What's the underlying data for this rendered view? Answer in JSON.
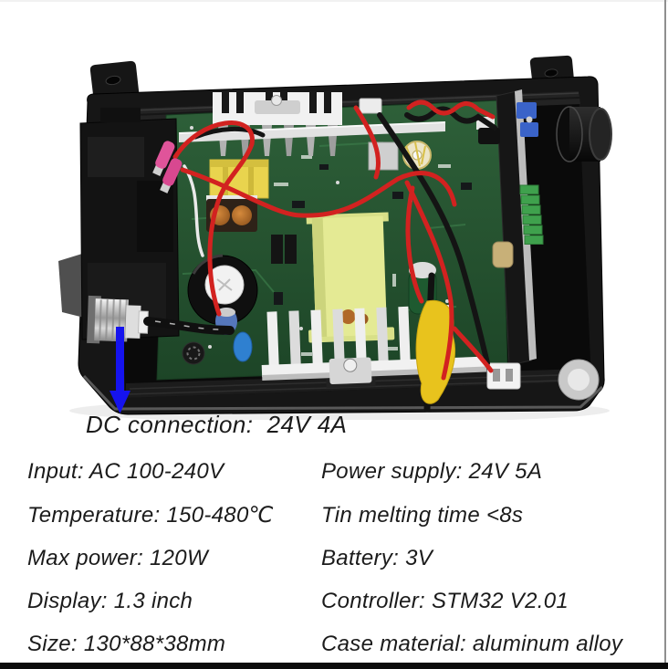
{
  "annotation": {
    "dc_label": "DC connection:  24V 4A"
  },
  "specs": {
    "left": [
      "Input: AC 100-240V",
      "Temperature: 150-480℃",
      "Max power: 120W",
      "Display: 1.3 inch",
      "Size: 130*88*38mm"
    ],
    "right": [
      "Power supply: 24V 5A",
      "Tin melting time <8s",
      "Battery: 3V",
      "Controller: STM32 V2.01",
      "Case material: aluminum alloy"
    ]
  },
  "photo": {
    "alt": "Opened soldering station case showing internal power PCB, heatsinks, transformer and controller board",
    "colors": {
      "background": "#ffffff",
      "right_border_line": "#8f8f8f",
      "bottom_bar": "#0c0c0c",
      "case_black": "#161616",
      "pcb_green_light": "#2e6039",
      "pcb_green_dark": "#1d4527",
      "heatsink_white": "#f1f1f1",
      "transformer_yellow": "#e4ea94",
      "small_transformer_yellow": "#e9d44e",
      "wire_red": "#d22220",
      "wire_black": "#141414",
      "connector_pink": "#e0549a",
      "terminal_green": "#3fa14d",
      "trimmer_blue": "#3a63c8",
      "cap_blue": "#2f80d0",
      "tape_yellow": "#e8c31d",
      "arrow_blue": "#1513ee",
      "text_color": "#1b1b1b"
    }
  }
}
